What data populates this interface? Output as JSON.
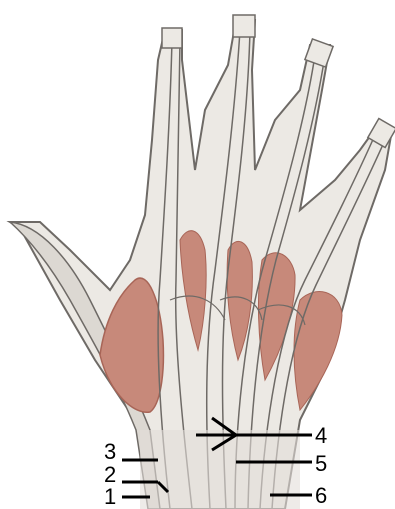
{
  "labels": {
    "l1": "1",
    "l2": "2",
    "l3": "3",
    "l4": "4",
    "l5": "5",
    "l6": "6"
  },
  "colors": {
    "background": "#ffffff",
    "tendon": "#ece9e4",
    "outline": "#6e6a66",
    "muscle": "#c7897a",
    "muscle_dark": "#a86557",
    "shading": "#9c9894",
    "leader_line": "#000000"
  }
}
